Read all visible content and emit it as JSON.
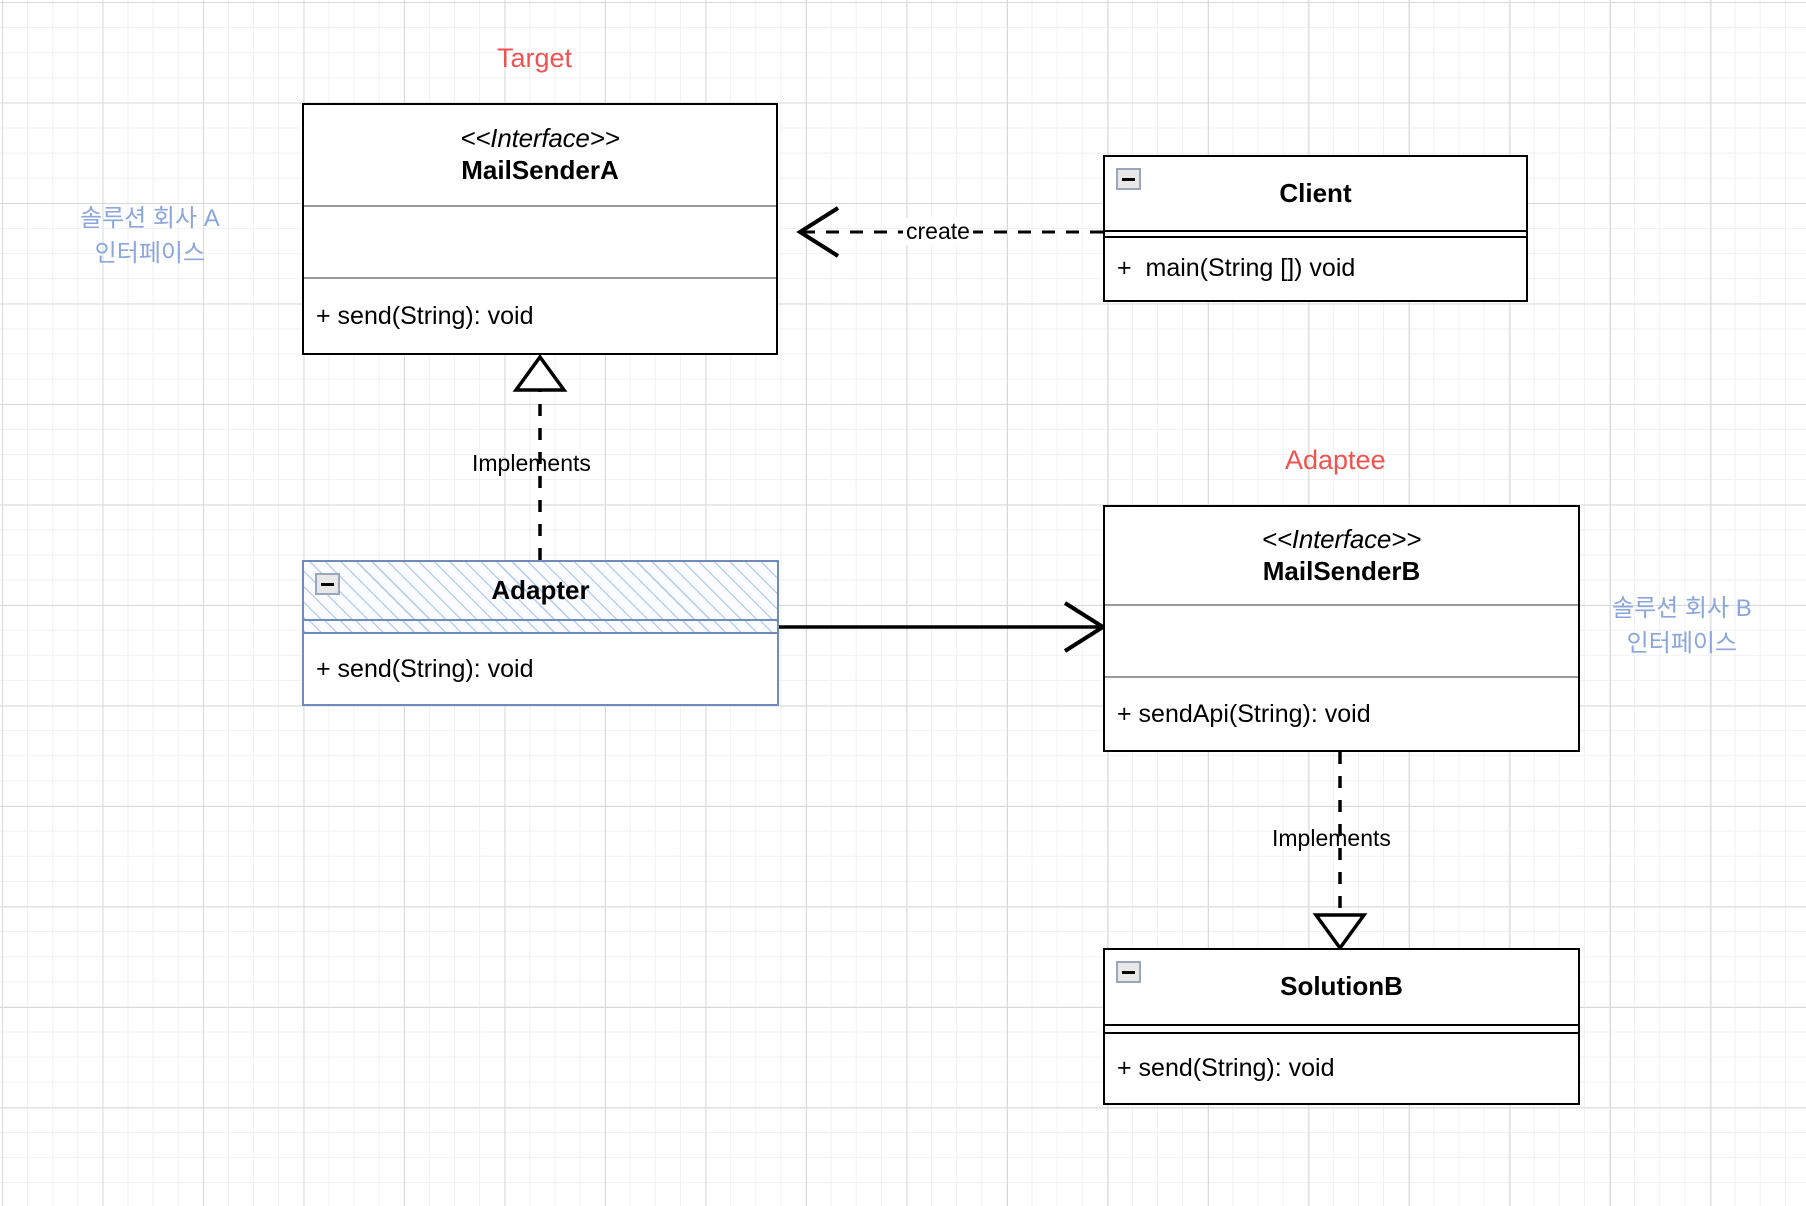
{
  "diagram": {
    "title": "Adapter pattern UML class diagram",
    "grid": true,
    "accent_color": "#ef5350",
    "note_color": "#8aa6dd",
    "selection_color": "#6f8bbd"
  },
  "labels": {
    "target": "Target",
    "adaptee": "Adaptee",
    "note_left_line1": "솔루션 회사 A",
    "note_left_line2": "인터페이스",
    "note_right_line1": "솔루션 회사 B",
    "note_right_line2": "인터페이스"
  },
  "classes": {
    "mail_sender_a": {
      "stereotype": "<<Interface>>",
      "name": "MailSenderA",
      "attributes": [],
      "operations": [
        "+ send(String): void"
      ],
      "selected": false,
      "collapsible": false
    },
    "client": {
      "stereotype": "",
      "name": "Client",
      "attributes": [],
      "operations": [
        "+  main(String []) void"
      ],
      "selected": false,
      "collapsible": true,
      "collapse_icon": "minus-icon"
    },
    "adapter": {
      "stereotype": "",
      "name": "Adapter",
      "attributes": [],
      "operations": [
        "+ send(String): void"
      ],
      "selected": true,
      "collapsible": true,
      "collapse_icon": "minus-icon"
    },
    "mail_sender_b": {
      "stereotype": "<<Interface>>",
      "name": "MailSenderB",
      "attributes": [],
      "operations": [
        "+ sendApi(String): void"
      ],
      "selected": false,
      "collapsible": false
    },
    "solution_b": {
      "stereotype": "",
      "name": "SolutionB",
      "attributes": [],
      "operations": [
        "+ send(String): void"
      ],
      "selected": false,
      "collapsible": true,
      "collapse_icon": "minus-icon"
    }
  },
  "relations": {
    "create": {
      "label": "create",
      "style": "dashed",
      "arrow": "open",
      "from": "Client",
      "to": "MailSenderA"
    },
    "implements_adapter": {
      "label": "Implements",
      "style": "dashed",
      "arrow": "hollow-triangle",
      "from": "Adapter",
      "to": "MailSenderA"
    },
    "implements_solution": {
      "label": "Implements",
      "style": "dashed",
      "arrow": "hollow-triangle",
      "from": "SolutionB",
      "to": "MailSenderB"
    },
    "association": {
      "label": "",
      "style": "solid",
      "arrow": "open",
      "from": "Adapter",
      "to": "MailSenderB"
    }
  }
}
